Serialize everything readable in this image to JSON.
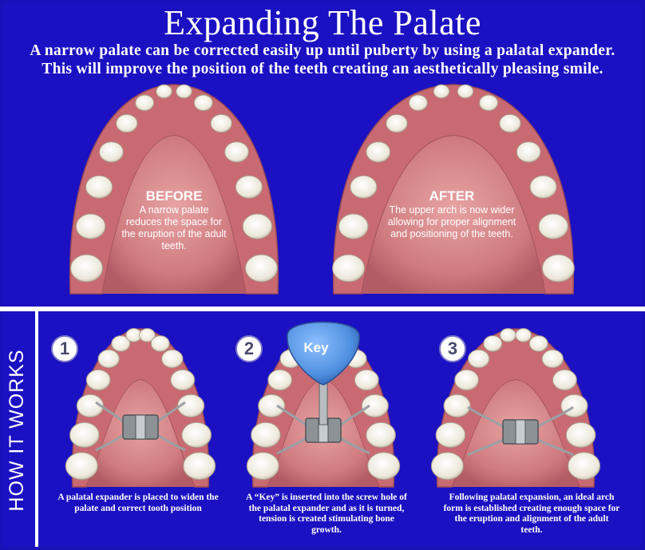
{
  "header": {
    "title": "Expanding The Palate",
    "subtitle": "A narrow palate can be corrected easily up until puberty by using a palatal expander. This will improve the position of the teeth creating an aesthetically pleasing smile."
  },
  "comparison": {
    "before": {
      "title": "BEFORE",
      "text": "A narrow palate reduces the space for the eruption of the adult teeth."
    },
    "after": {
      "title": "AFTER",
      "text": "The upper arch is now wider allowing for proper alignment and positioning of the teeth."
    }
  },
  "how_it_works": {
    "label": "HOW IT WORKS",
    "key_label": "Key",
    "steps": [
      {
        "number": "1",
        "text": "A palatal expander is placed to widen the palate and correct tooth position"
      },
      {
        "number": "2",
        "text": "A “Key” is inserted into the screw hole of the palatal expander and as it is turned, tension is created stimulating bone growth."
      },
      {
        "number": "3",
        "text": "Following palatal expansion, an ideal arch form is established creating enough space for the eruption and alignment of the adult teeth."
      }
    ]
  },
  "colors": {
    "background": "#1b11c2",
    "gum": "#c96a72",
    "palate": "#d98a8c",
    "tooth": "#f2efe6",
    "key": "#4f8fe0"
  }
}
